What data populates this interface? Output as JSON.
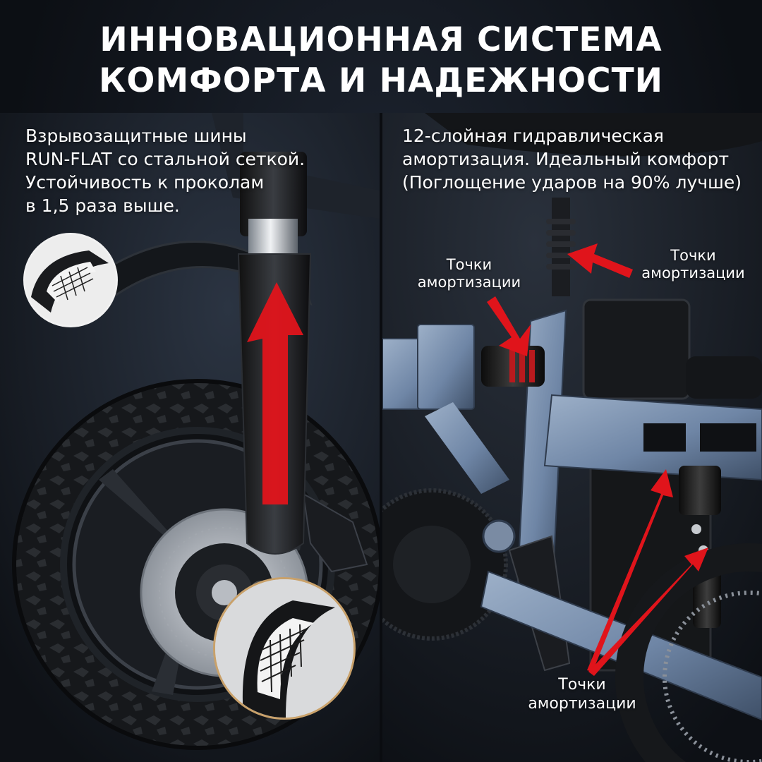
{
  "header": {
    "title_line1": "ИННОВАЦИОННАЯ СИСТЕМА",
    "title_line2": "КОМФОРТА И НАДЕЖНОСТИ"
  },
  "left_panel": {
    "caption_lines": [
      "Взрывозащитные шины",
      "RUN-FLAT со стальной сеткой.",
      "Устойчивость к проколам",
      "в 1,5 раза выше."
    ]
  },
  "right_panel": {
    "caption_lines": [
      "12-слойная гидравлическая",
      "амортизация. Идеальный комфорт",
      "(Поглощение ударов на 90% лучше)"
    ],
    "callouts": [
      {
        "lines": [
          "Точки",
          "амортизации"
        ]
      },
      {
        "lines": [
          "Точки",
          "амортизации"
        ]
      },
      {
        "lines": [
          "Точки",
          "амортизации"
        ]
      }
    ]
  },
  "colors": {
    "arrow_red": "#e0141b",
    "frame_blue": "#6f86a6",
    "tire_black": "#121417",
    "text_white": "#ffffff",
    "inset_ring_gold": "#c9a16a"
  },
  "icons": {
    "tire_cross_section_top": "tire-mesh-icon",
    "tire_cross_section_bottom": "tire-mesh-icon"
  }
}
